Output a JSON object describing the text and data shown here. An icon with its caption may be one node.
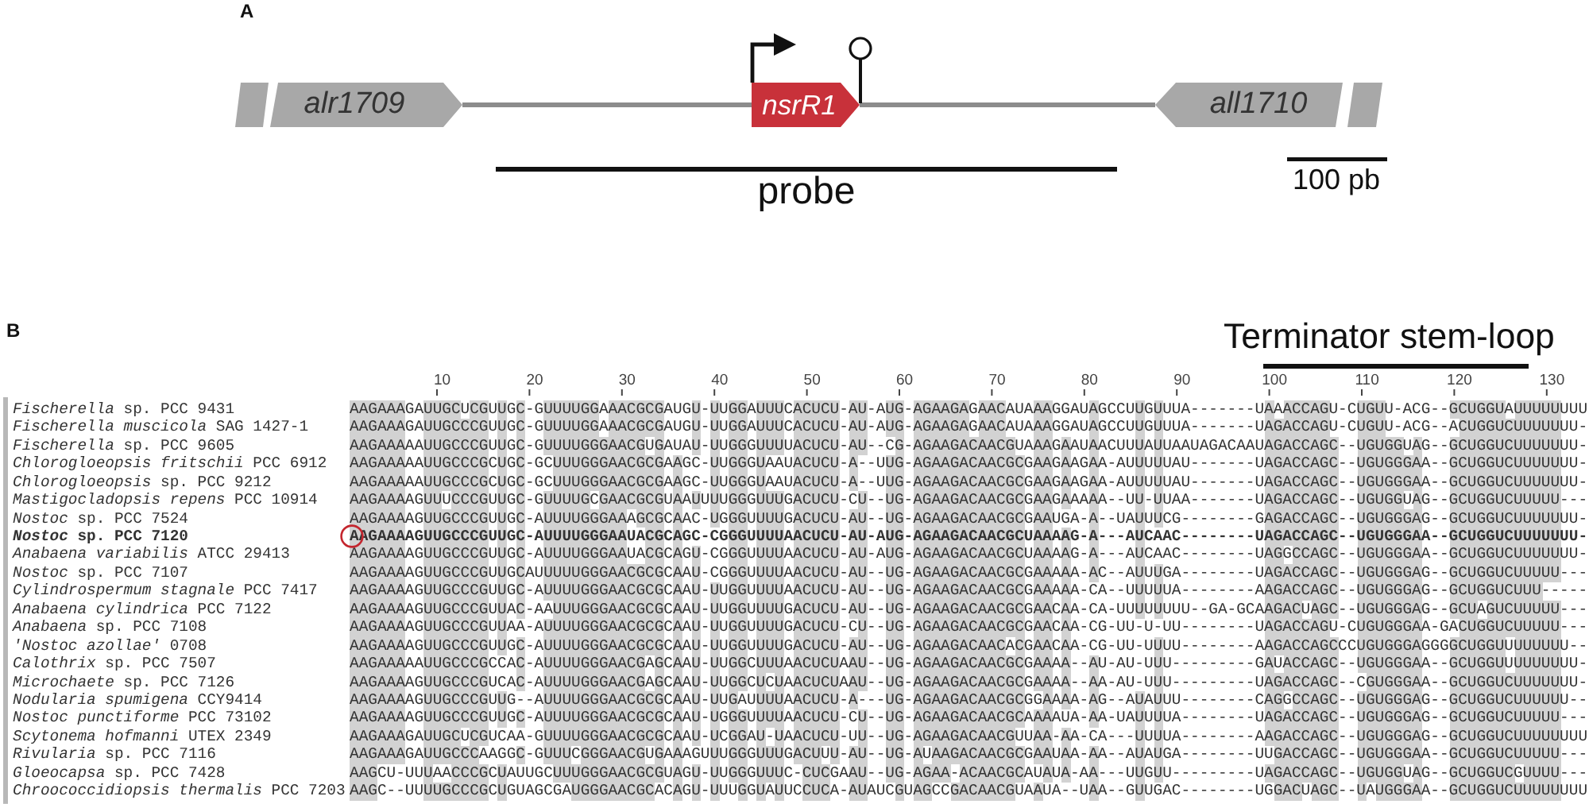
{
  "diagram": {
    "nodes": [
      {
        "text": [
          "alr1709"
        ]
      },
      {
        "text": [
          "nsrR1"
        ]
      },
      {
        "text": [
          "all1710"
        ]
      }
    ],
    "edges": [
      {
        "from": 0,
        "to": 1,
        "arrow": "none"
      },
      {
        "from": 1,
        "to": 2,
        "arrow": "none"
      }
    ],
    "labels": [
      "A",
      "probe",
      "100 pb",
      "B",
      "Terminator stem-loop",
      "10",
      "20",
      "30",
      "40",
      "50",
      "60",
      "70",
      "80",
      "90",
      "100",
      "110",
      "120",
      "130",
      "*Fischerella* sp. PCC 9431",
      "AAGAAAGAUUGCUCGUUGC-GUUUUGGAAACGCGAUGU-UUGGAUUUCACUCU-AU-AUG-AGAAGAGAACAUAAAGGAUAGCCUUGUUUA-------UAAACCAGU-CUGUU-ACG--GCUGGUAUUUUUUUU",
      "*Fischerella muscicola* SAG 1427-1",
      "AAGAAAGAUUGCCCGUUGC-GUUUUGGAAACGCGAUGU-UUGGAUUUCACUCU-AU-AUG-AGAAGAGAACAUAAAGGAUAGCCUUGUUUA-------UAGACCAGU-CUGUU-ACG--ACUGGUCUUUUUUU-",
      "*Fischerella* sp. PCC 9605",
      "AAGAAAAAUUGCCCGUUGC-GUUUUGGGAACGUGAUAU-UUGGGUUUUACUCU-AU--CG-AGAAGACAACGUAAAGAAUAACUUUAUUAAUAGACAAUAGACCAGC--UGUGGUAG--GCUGGUCUUUUUUU-",
      "*Chlorogloeopsis fritschii* PCC 6912",
      "AAGAAAAAUUGCCCGCUGC-GCUUUGGGAACGCGAAGC-UUGGGUAAUACUCU-A--UUG-AGAAGACAACGCGAAGAAGAA-AUUUUUAU-------UAGACCAGC--UGUGGGAA--GCUGGUCUUUUUUU-",
      "*Chlorogloeopsis* sp. PCC 9212",
      "AAGAAAAAUUGCCCGCUGC-GCUUUGGGAACGCGAAGC-UUGGGUAAUACUCU-A--UUG-AGAAGACAACGCGAAGAAGAA-AUUUUUAU-------UAGACCAGC--UGUGGGAA--GCUGGUCUUUUUUU-",
      "*Mastigocladopsis repens* PCC 10914",
      "AAGAAAAGUUUCCCGUUGC-GUUUUGCGAACGCGUAAUUUUGGGUUUGACUCU-CU--UG-AGAAGACAACGCGAAGAAAAA--UU-UUAA-------UAGACCAGC--UGUGGUAG--GCUGGUCUUUUU---",
      "*Nostoc* sp. PCC 7524",
      "AAGAAAAGUUGCCCGUUGC-AUUUUGGGAAAGCGCAAC-UGGGUUUUGACUCU-AU--UG-AGAAGACAACGCGAAUGA-A--UAUUUCG--------GAGACCAGC--UGUGGGAG--GCUGGUCUUUUUUU-",
      "*Nostoc* sp. PCC 7120",
      "AAGAAAAGUUGCCCGUUGC-AUUUUGGGAAUACGCAGC-CGGGUUUUAACUCU-AU-AUG-AGAAGACAACGCUAAAAG-A---AUCAAC--------UAGACCAGC--UGUGGGAA--GCUGGUCUUUUUUU-",
      "*Anabaena variabilis* ATCC 29413",
      "AAGAAAAGUUGCCCGUUGC-AUUUUGGGAAUACGCAGU-CGGGUUUUAACUCU-AU-AUG-AGAAGACAACGCUAAAAG-A---AUCAAC--------UAGGCCAGC--UGUGGGAA--GCUGGUCUUUUUUU-",
      "*Nostoc* sp. PCC 7107",
      "AAGAAAAGUUGCCCGUUGCAUUUUUGGGAACGCGCAAU-CGGGUUUUAACUCU-AU--UG-AGAAGACAACGCGAAAAA-AC--AUUUGA--------UAGACCAGC--UGUGGGAG--GCUGGUCUUUUU---",
      "*Cylindrospermum stagnale* PCC 7417",
      "AAGAAAAGUUGCCCGUUGC-AUUUUGGGAACGCGCAAU-UUGGUUUUAACUCU-AU--UG-AGAAGACAACGCGAAAAA-CA--UUUUUA--------AAGACCAGC--UGUGGGAG--GCUGGUCUUU-----",
      "*Anabaena cylindrica* PCC 7122",
      "AAGAAAAGUUGCCCGUUAC-AAUUUGGGAACGCGCAAU-UUGGUUUUGACUCU-AU--UG-AGAAGACAACGCGAACAA-CA-UUUUUUUU--GA-GCAAGACUAGC--UGUGGGAG--GCUAGUCUUUUU---",
      "*Anabaena* sp. PCC 7108",
      "AAGAAAAGUUGCCCGUUAA-AUUUUGGGAACGCGCAAU-UUGGUUUUGACUCU-CU--UG-AGAAGACAACGCGAACAA-CG-UU-U-UU--------UAGACCAGU-CUGUGGGAA-GACUGGUCUUUUU---",
      "*'Nostoc azollae'* 0708",
      "AAGAAAAGUUGCCCGUUGC-AUUUUGGGAACGCGCAAU-UUGGUUUUGACUCU-AU--UG-AGAAGACAACACGAACAA-CG-UU-UUUU--------AAGACCAGCCCUGUGGGAGGGGCUGGUUUUUUUU--",
      "*Calothrix* sp. PCC 7507",
      "AAGAAAAAUUGCCCGCCAC-AUUUUGGGAACGAGCAAU-UUGGCUUUAACUCUAAU--UG-AGAAGACAACGCGAAAA--AU-AU-UUU---------GAUACCAGC--UGUGGGAA--GCUGGUUUUUUUUU-",
      "*Microchaete* sp. PCC 7126",
      "AAGAAAAGUUGCCCGUCAC-AUUUUGGGAACGAGCAAU-UUGGCUCUAACUCUAAU--UG-AGAAGACAACGCGAAAA--AA-AU-UUU---------UAGACCAGC--CGUGGGAA--GCUGGUCUUUUUUU-",
      "*Nodularia spumigena* CCY9414",
      "AAGAAAAGUUGCCCGUUG--AUUUUGGGAACGCGCAAU-UUGAUUUUAACUCU-A---UG-AGAAGACAACGCGGAAAA-AG--AUAUUU--------CAGGCCAGC--UGUGGGAG--GCUGGUCUUUUUU--",
      "*Nostoc punctiforme* PCC 73102",
      "AAGAAAAGUUGCCCGUUGC-AUUUUGGGAACGCGCAAU-UGGGUUUUAACUCU-CU--UG-AGAAGACAACGCAAAAUA-AA-UAUUUUA--------UAGACCAGC--UGUGGGAG--GCUGGUCUUUUU---",
      "*Scytonema hofmanni* UTEX 2349",
      "AAGAAAGAUUGCUCGUCAA-GUUUUGGGAACGCGCAAU-UCGGAU-UAACUCU-UU--UG-AGAAGACAACGUUAA-AA-CA---UUUUA--------AAGACCAGC--UGUGGGAG--GCUGGUCUUUUUUUU",
      "*Rivularia* sp. PCC 7116",
      "AAGAAAGAUUGCCCAAGGC-GUUUCGGGAACGUGAAAGUUUGGGUUUGACUUU-AU--UG-AUAAGACAACGCGAAUAA-AA--AUAUGA--------UUGACCAGC--UGUGGGAA--GCUGGUCUUUUU---",
      "*Gloeocapsa* sp. PCC 7428",
      "AAGCU-UUUAACCCGCUAUUGCUUUGGGAACGCGUAGU-UUGGGUUUC-CUCGAAU--UG-AGAA-ACAACGCAUAUA-AA---UUGUU---------UAGACCAGC--UGUGGUAG--GCUGGUCGUUUU---",
      "*Chroococcidiopsis thermalis* PCC 7203",
      "AAGC--UUUUGCCCGCUGUAGCGAUGGGAACGCACAGU-UUUGGUAUUCCUCA-AUAUCGUAGCCGACAACGUAAUA--UAA--GUUGAC--------UGGACUAGC--UAUGGGAA--GCUGGUCUUUUUUUU"
    ]
  }
}
